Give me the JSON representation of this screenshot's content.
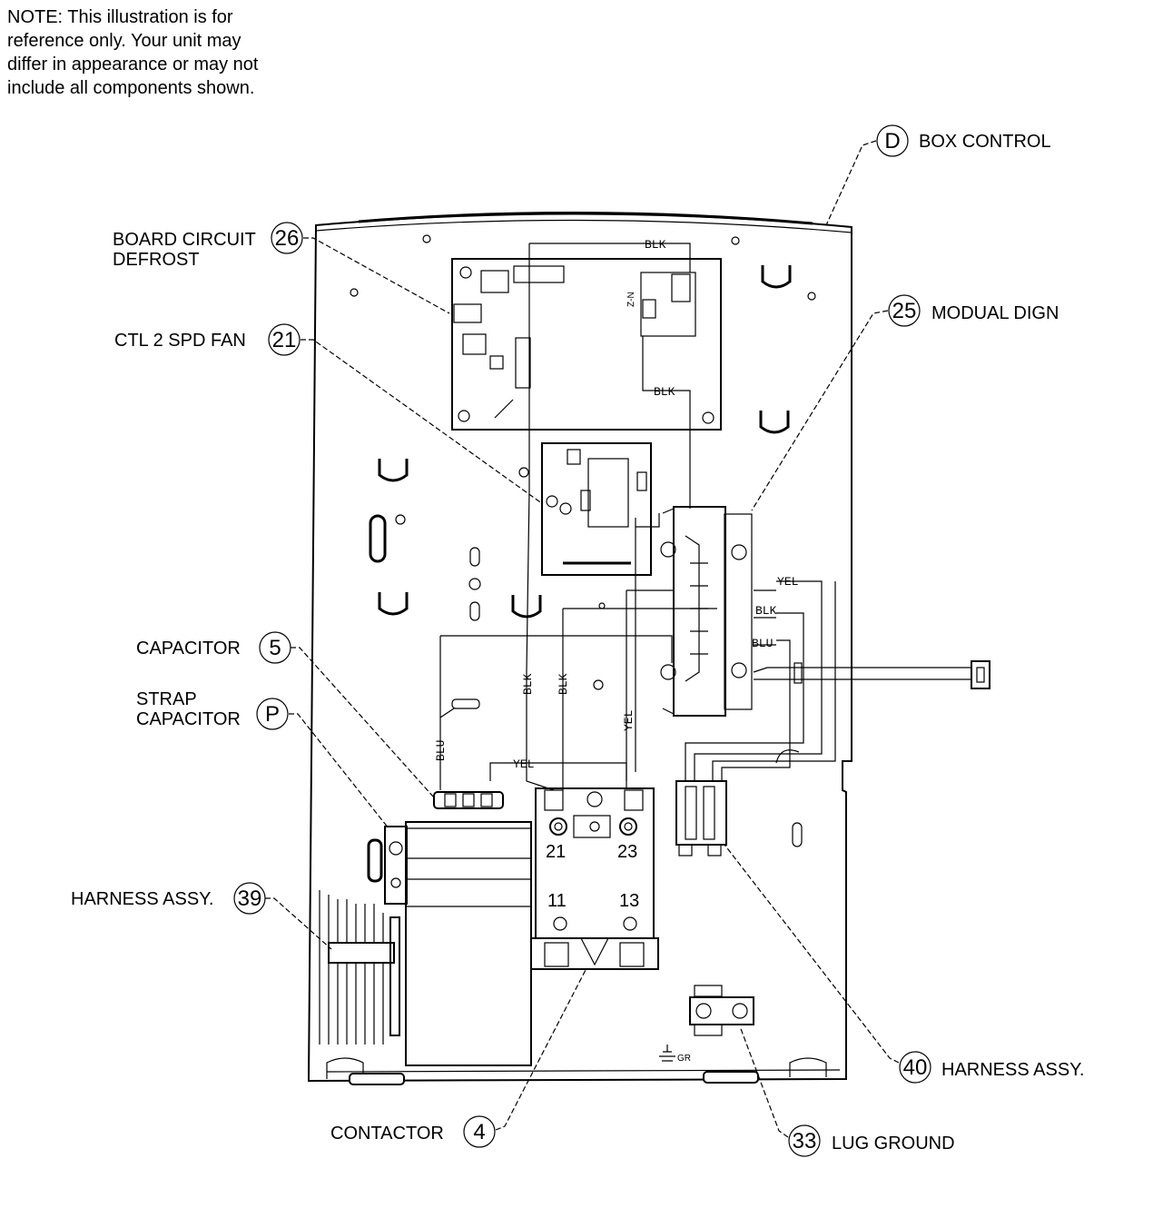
{
  "note": {
    "lines": [
      "NOTE: This illustration is for",
      "reference only. Your unit may",
      "differ in appearance or may not",
      "include all components shown."
    ]
  },
  "callouts": {
    "box_control": {
      "num": "D",
      "label": "BOX CONTROL"
    },
    "board_circuit_defrost": {
      "num": "26",
      "label_line1": "BOARD CIRCUIT",
      "label_line2": "DEFROST"
    },
    "ctl_2_spd_fan": {
      "num": "21",
      "label": "CTL 2 SPD FAN"
    },
    "modual_dign": {
      "num": "25",
      "label": "MODUAL DIGN"
    },
    "capacitor": {
      "num": "5",
      "label": "CAPACITOR"
    },
    "strap_capacitor": {
      "num": "P",
      "label_line1": "STRAP",
      "label_line2": "CAPACITOR"
    },
    "harness_assy_39": {
      "num": "39",
      "label": "HARNESS ASSY."
    },
    "harness_assy_40": {
      "num": "40",
      "label": "HARNESS ASSY."
    },
    "contactor": {
      "num": "4",
      "label": "CONTACTOR"
    },
    "lug_ground": {
      "num": "33",
      "label": "LUG GROUND"
    }
  },
  "wires": {
    "blk": "BLK",
    "yel": "YEL",
    "blu": "BLU"
  },
  "contactor_terminals": [
    "21",
    "23",
    "11",
    "13"
  ],
  "ground_mark": "GR"
}
